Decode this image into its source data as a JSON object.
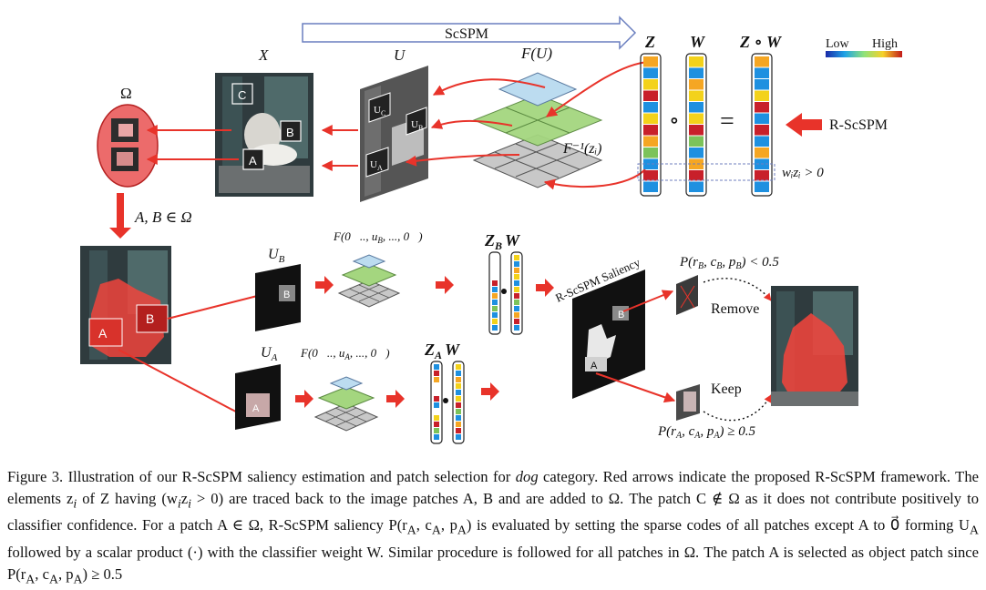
{
  "figure": {
    "scspm_label": "ScSPM",
    "x_label": "X",
    "u_label": "U",
    "fu_label": "F(U)",
    "omega_label": "Ω",
    "z_label": "Z",
    "w_label": "W",
    "zow_label": "Z ∘ W",
    "circ_op": "∘",
    "eq_op": "=",
    "legend_low": "Low",
    "legend_high": "High",
    "rscspm_label": "R-ScSPM",
    "finv_label": "F⁻¹(zᵢ)",
    "wz_label": "wᵢzᵢ > 0",
    "ab_omega": "A, B ∈ Ω",
    "patch_a": "A",
    "patch_b": "B",
    "patch_c": "C",
    "uc": "U",
    "ub_label": "U",
    "ua_label": "U",
    "sub_a": "A",
    "sub_b": "B",
    "sub_c": "C",
    "fb_label": "F(0⃗.., u",
    "fb_tail": ", ..., 0⃗)",
    "fa_label": "F(0⃗.., u",
    "fa_tail": ", ..., 0⃗)",
    "zbw_label": "Z",
    "zaw_label": "Z",
    "saliency_label": "R-ScSPM Saliency",
    "prob_b": "P(r",
    "prob_b_tail": ") < 0.5",
    "prob_a": "P(r",
    "prob_a_tail": ") ≥ 0.5",
    "remove_label": "Remove",
    "keep_label": "Keep"
  },
  "caption": {
    "part1": "Figure 3.   Illustration of our R-ScSPM saliency estimation and patch selection for ",
    "dog": "dog",
    "part2": " category.  Red arrows indicate the proposed R-ScSPM framework.  The elements z",
    "part3": " of Z having (w",
    "part4": "z",
    "part5": " > 0) are traced back to the image patches A, B and are added to Ω.  The patch C ∉ Ω as it does not contribute positively to classifier confidence.  For a patch A ∈ Ω, R-ScSPM saliency P(r",
    "part6": ", c",
    "part7": ", p",
    "part8": ") is evaluated by setting the sparse codes of all patches except A to 0⃗ forming U",
    "part9": " followed by a scalar product (·) with the classifier weight W.  Similar procedure is followed for all patches in Ω.  The patch A is selected as object patch since P(r",
    "part10": ", c",
    "part11": ", p",
    "part12": ") ≥ 0.5",
    "sub_i": "i",
    "sub_a": "A"
  },
  "colors": {
    "red_arrow": "#e8332a",
    "highlight": "#f0443c",
    "grid_blue": "#bcd9ee",
    "grid_green": "#9fd27a",
    "grid_gray": "#c0c0c0"
  }
}
